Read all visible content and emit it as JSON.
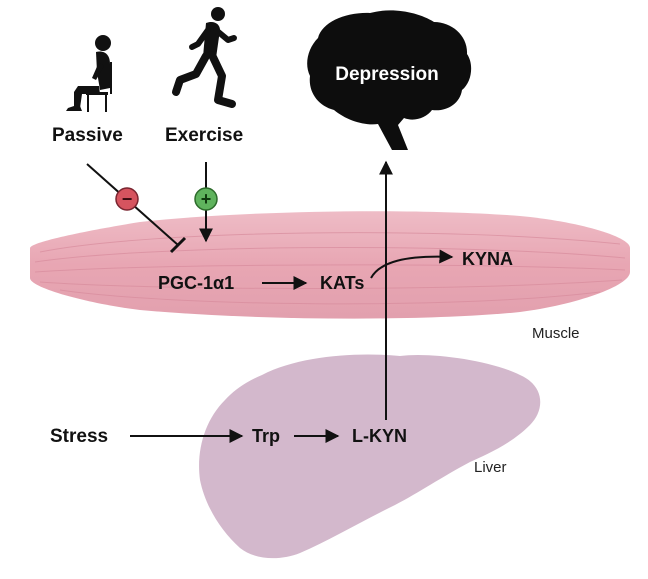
{
  "labels": {
    "passive": "Passive",
    "exercise": "Exercise",
    "depression": "Depression",
    "pgc": "PGC-1α1",
    "kats": "KATs",
    "kyna": "KYNA",
    "muscle": "Muscle",
    "stress": "Stress",
    "trp": "Trp",
    "lkyn": "L-KYN",
    "liver": "Liver"
  },
  "signs": {
    "inhibit": "−",
    "activate": "+"
  },
  "colors": {
    "muscle": "#e8a6b3",
    "muscle_stripe": "#d98a9b",
    "liver": "#d3b8cc",
    "inhibit": "#d6545f",
    "activate": "#5fb35d",
    "ink": "#111111"
  }
}
